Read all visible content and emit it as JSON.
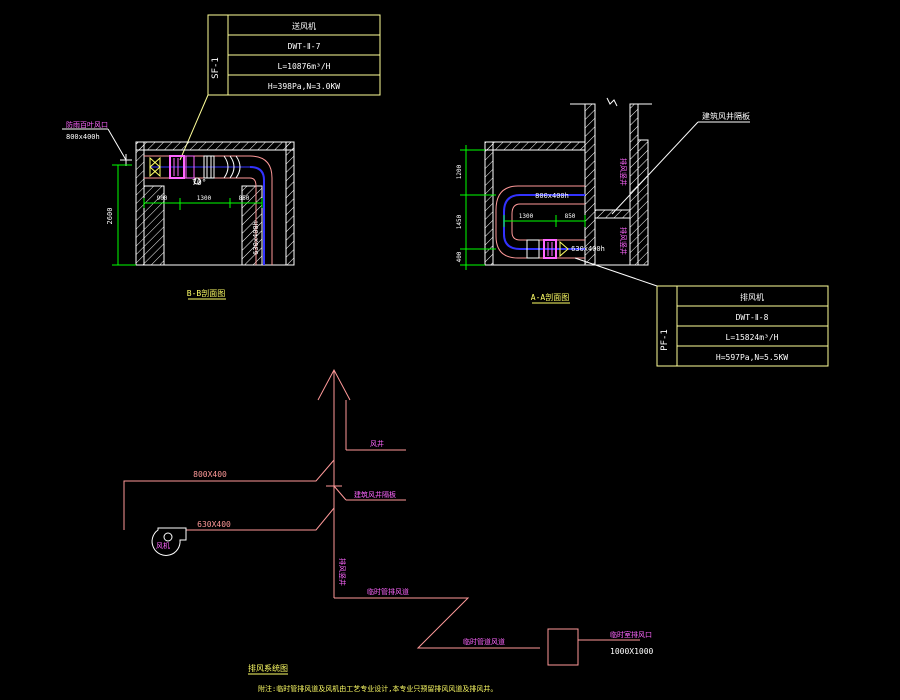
{
  "colors": {
    "bg": "#000000",
    "wall": "#ffffff",
    "hatch": "#ffffff",
    "table": "#ffff99",
    "dim": "#00ff00",
    "duct": "#ff9999",
    "fan": "#ff66ff",
    "blue": "#3333ff",
    "leader": "#ffff00",
    "text": "#ffffff",
    "label_pink": "#ff66ff",
    "label_yellow": "#ffff66"
  },
  "sf_table": {
    "side": "SF-1",
    "rows": [
      "送风机",
      "DWT-Ⅱ-7",
      "L=10876m³/H",
      "H=398Pa,N=3.0KW"
    ]
  },
  "pf_table": {
    "side": "PF-1",
    "rows": [
      "排风机",
      "DWT-Ⅱ-8",
      "L=15824m³/H",
      "H=597Pa,N=5.5KW"
    ]
  },
  "bb": {
    "inlet_label": "防雨百叶风口",
    "inlet_size": "800x400h",
    "angle": "70°",
    "height": "2600",
    "dims": [
      "900",
      "1300",
      "850"
    ],
    "duct_size": "630x400h",
    "title": "B-B剖面图"
  },
  "aa": {
    "shaft_label": "建筑风井隔板",
    "duct_upper": "800x400h",
    "duct_lower": "630x400h",
    "dims_v": [
      "1200",
      "1450",
      "400"
    ],
    "dims_h": [
      "1300",
      "850"
    ],
    "shaft_text_1": "排风竖井",
    "shaft_text_2": "排风竖井",
    "title": "A-A剖面图"
  },
  "schematic": {
    "label_top": "风井",
    "duct_upper": "800X400",
    "duct_lower": "630X400",
    "shaft_partition": "建筑风井隔板",
    "fan": "风机",
    "riser": "排风竖井",
    "branch_1": "临时管排风道",
    "branch_2": "临时管道风道",
    "outlet": "临时室排风口",
    "outlet_size": "1000X1000",
    "title": "排风系统图",
    "note": "附注:临时管排风道及风机由工艺专业设计,本专业只预留排风风道及排风井。"
  }
}
